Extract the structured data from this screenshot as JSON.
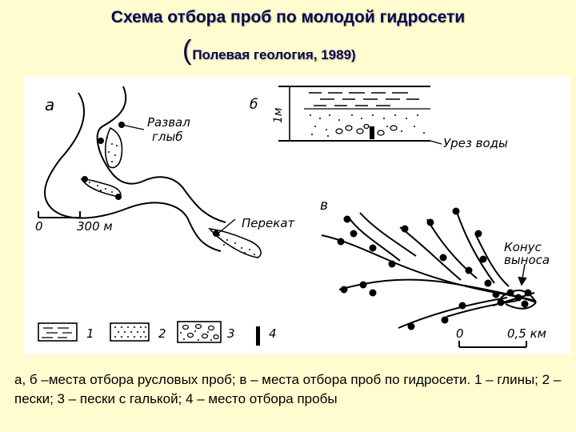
{
  "title": "Схема отбора проб по молодой гидросети",
  "subtitle": "Полевая геология, 1989)",
  "subtitle_paren": "(",
  "figure": {
    "panel_a": "а",
    "panel_b": "б",
    "panel_v": "в",
    "label_razval_1": "Развал",
    "label_razval_2": "глыб",
    "label_perekat": "Перекат",
    "scale_a_zero": "0",
    "scale_a_end": "300 м",
    "section_height": "1м",
    "label_urez": "Урез воды",
    "label_konus_1": "Конус",
    "label_konus_2": "выноса",
    "scale_v_zero": "0",
    "scale_v_end": "0,5 км",
    "legend": [
      {
        "num": "1",
        "icon": "clay-pattern-icon"
      },
      {
        "num": "2",
        "icon": "sand-pattern-icon"
      },
      {
        "num": "3",
        "icon": "pebble-sand-pattern-icon"
      },
      {
        "num": "4",
        "icon": "sample-marker-icon"
      }
    ]
  },
  "caption": "а, б –места отбора русловых проб; в – места отбора проб по гидросети. 1 – глины; 2 – пески; 3 – пески с галькой; 4 – место отбора пробы",
  "colors": {
    "background": "#fffccf",
    "title": "#0a0a4a",
    "ink": "#000000"
  }
}
